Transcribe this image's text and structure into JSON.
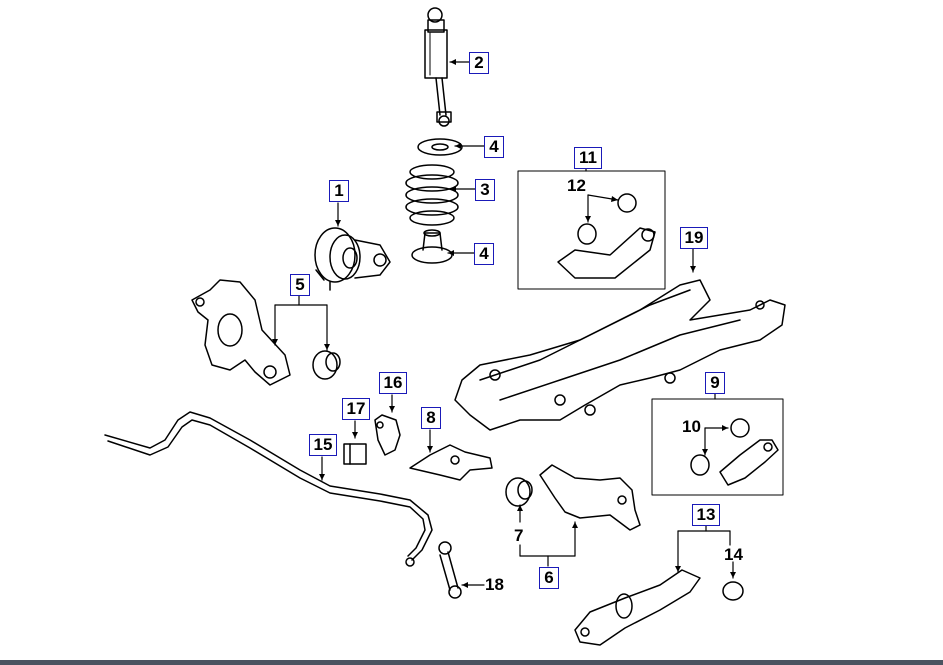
{
  "diagram": {
    "boxed_labels": {
      "l1": "1",
      "l2": "2",
      "l4a": "4",
      "l3": "3",
      "l4b": "4",
      "l11": "11",
      "l19": "19",
      "l5": "5",
      "l16": "16",
      "l17": "17",
      "l8": "8",
      "l15": "15",
      "l9": "9",
      "l6": "6",
      "l13": "13"
    },
    "plain_labels": {
      "l12": "12",
      "l10": "10",
      "l7": "7",
      "l14": "14",
      "l18": "18"
    }
  }
}
